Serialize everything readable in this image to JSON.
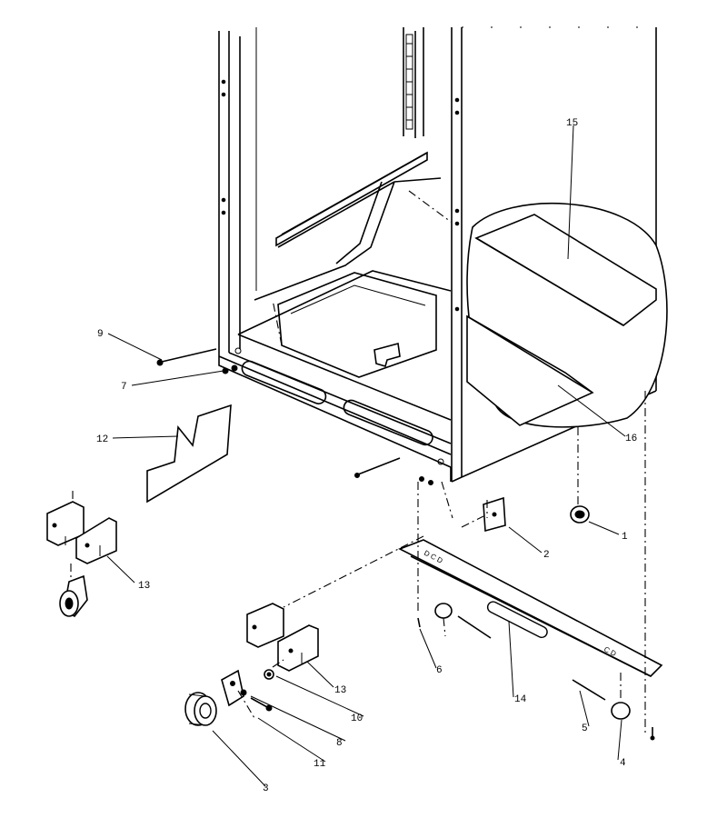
{
  "callouts": {
    "c1": "1",
    "c2": "2",
    "c3": "3",
    "c4": "4",
    "c5": "5",
    "c6": "6",
    "c7": "7",
    "c8": "8",
    "c9": "9",
    "c10": "10",
    "c11": "11",
    "c12": "12",
    "c13a": "13",
    "c13b": "13",
    "c14": "14",
    "c15": "15",
    "c16": "16"
  }
}
